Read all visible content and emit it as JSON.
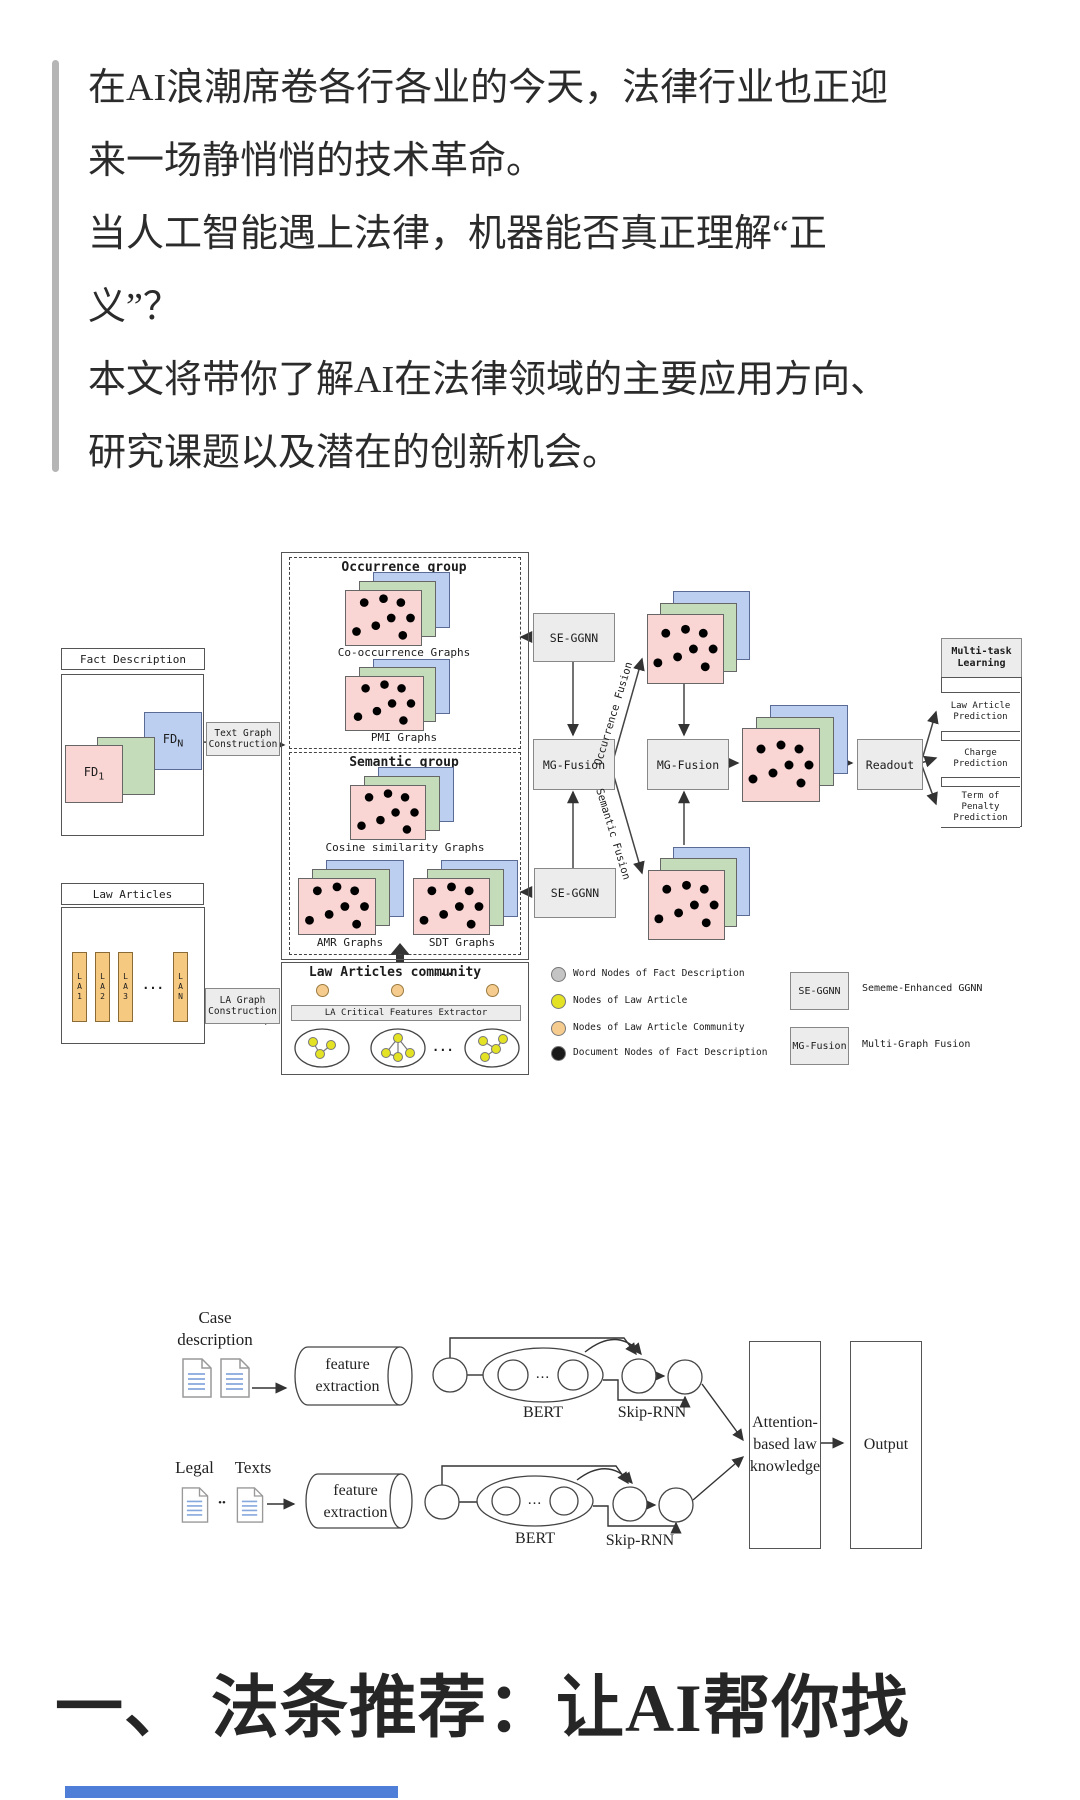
{
  "quote": {
    "lines": [
      "在AI浪潮席卷各行各业的今天，法律行业也正迎",
      "来一场静悄悄的技术革命。",
      "当人工智能遇上法律，机器能否真正理解“正",
      "义”？",
      "本文将带你了解AI在法律领域的主要应用方向、",
      "研究课题以及潜在的创新机会。"
    ]
  },
  "fig1": {
    "fact_description": "Fact Description",
    "fd1": {
      "base": "FD",
      "sub": "1"
    },
    "fdn": {
      "base": "FD",
      "sub": "N"
    },
    "text_graph_construction": "Text Graph Construction",
    "occurrence_group": "Occurrence group",
    "co_occurrence_graphs": "Co-occurrence Graphs",
    "pmi_graphs": "PMI Graphs",
    "semantic_group": "Semantic group",
    "cosine_graphs": "Cosine similarity Graphs",
    "amr_graphs": "AMR Graphs",
    "sdt_graphs": "SDT Graphs",
    "se_ggnn": "SE-GGNN",
    "mg_fusion": "MG-Fusion",
    "occurrence_fusion": "Occurrence Fusion",
    "semantic_fusion": "Semantic Fusion",
    "readout": "Readout",
    "multi_task_learning": "Multi-task Learning",
    "law_article_prediction": "Law Article Prediction",
    "charge_prediction": "Charge Prediction",
    "term_penalty_prediction": "Term of Penalty Prediction",
    "law_articles": "Law Articles",
    "la_items": [
      "LA1",
      "LA2",
      "LA3",
      "LAN"
    ],
    "ellipsis": "...",
    "la_graph_construction": "LA Graph Construction",
    "la_community": "Law Articles community",
    "la_extractor": "LA Critical Features Extractor",
    "legend": {
      "word_nodes": "Word Nodes of Fact Description",
      "la_nodes": "Nodes of Law Article",
      "lac_nodes": "Nodes of Law Article Community",
      "doc_nodes": "Document Nodes of Fact Description",
      "se_ggnn_full": "Sememe-Enhanced GGNN",
      "mg_fusion_full": "Multi-Graph Fusion"
    }
  },
  "fig2": {
    "case_l1": "Case",
    "case_l2": "description",
    "legal": "Legal",
    "texts": "Texts",
    "feature_extraction": "feature extraction",
    "bert": "BERT",
    "skip_rnn": "Skip-RNN",
    "attention_l1": "Attention-",
    "attention_l2": "based law",
    "attention_l3": "knowledge",
    "output": "Output",
    "doc_dots": "••",
    "bert_dots": "..."
  },
  "heading": {
    "text": "一、 法条推荐：让AI帮你找"
  },
  "colors": {
    "card_pink": "#f9d5d3",
    "card_green": "#c5dcba",
    "card_blue": "#bccff0",
    "box_gray": "#ececec",
    "node_gray": "#c4c4c4",
    "node_yellow": "#e3e224",
    "node_tan": "#f6cb8e",
    "node_black": "#1a1a1a",
    "node_blue": "#2286d8",
    "node_green": "#1d9c45",
    "node_red": "#e51212",
    "la_strip": "#f6c981",
    "quote_bar": "#b5b5b5",
    "bottom_bar": "#4f7ed9"
  }
}
